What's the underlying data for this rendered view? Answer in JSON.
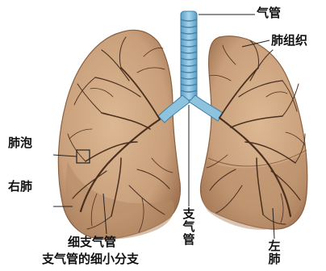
{
  "labels": {
    "trachea": "气管",
    "lung_tissue": "肺组织",
    "alveolus": "肺泡",
    "right_lung": "右肺",
    "bronchus_vertical": "支气管",
    "left_lung_vertical": "左肺",
    "bronchiole": "细支气管",
    "bronchiole_branch": "支气管的细小分支"
  },
  "colors": {
    "lung_fill": "#c89f7a",
    "lung_shade": "#a87a55",
    "vessel": "#4a2f1f",
    "trachea_fill": "#7fb8d6",
    "trachea_ring": "#3c7fa6",
    "leader_line": "#222222"
  }
}
